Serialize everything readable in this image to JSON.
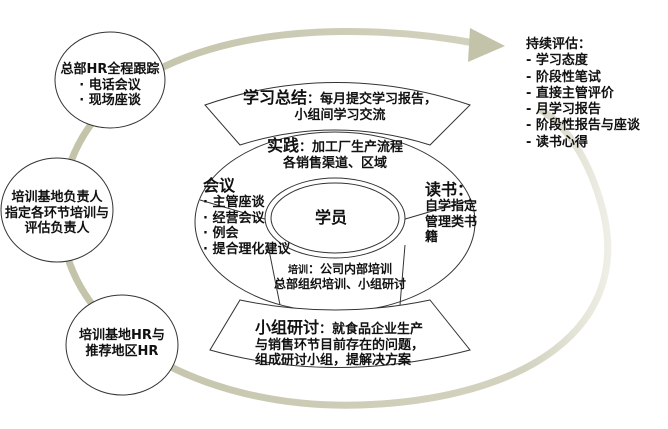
{
  "circles": {
    "hq": {
      "title": "总部HR全程跟踪",
      "items": [
        "· 电话会议",
        "· 现场座谈"
      ]
    },
    "base_head": {
      "lines": [
        "培训基地负责人",
        "指定各环节培训与",
        "评估负责人"
      ]
    },
    "base_hr": {
      "lines": [
        "培训基地HR与",
        "推荐地区HR"
      ]
    }
  },
  "evaluation": {
    "title": "持续评估：",
    "items": [
      "- 学习态度",
      "- 阶段性笔试",
      "- 直接主管评价",
      "- 月学习报告",
      "- 阶段性报告与座谈",
      "- 读书心得"
    ]
  },
  "center": {
    "core": "学员",
    "summary": {
      "title": "学习总结",
      "text1": "：每月提交学习报告，",
      "text2": "小组间学习交流"
    },
    "practice": {
      "title": "实践",
      "text1": "：加工厂生产流程",
      "text2": "各销售渠道、区域"
    },
    "meeting": {
      "title": "会议",
      "items": [
        "· 主管座谈",
        "· 经营会议",
        "· 例会",
        "· 提合理化建议"
      ]
    },
    "reading": {
      "title": "读书：",
      "lines": [
        "自学指定",
        "管理类书",
        "籍"
      ]
    },
    "training": {
      "title": "培训",
      "text1": "：公司内部培训",
      "text2": "总部组织培训、小组研讨"
    },
    "group": {
      "title": "小组研讨",
      "text1": "：就食品企业生产",
      "text2": "与销售环节目前存在的问题，",
      "text3": "组成研讨小组，提解决方案"
    }
  },
  "colors": {
    "arc": "#c9c9b3",
    "stroke": "#333333"
  }
}
